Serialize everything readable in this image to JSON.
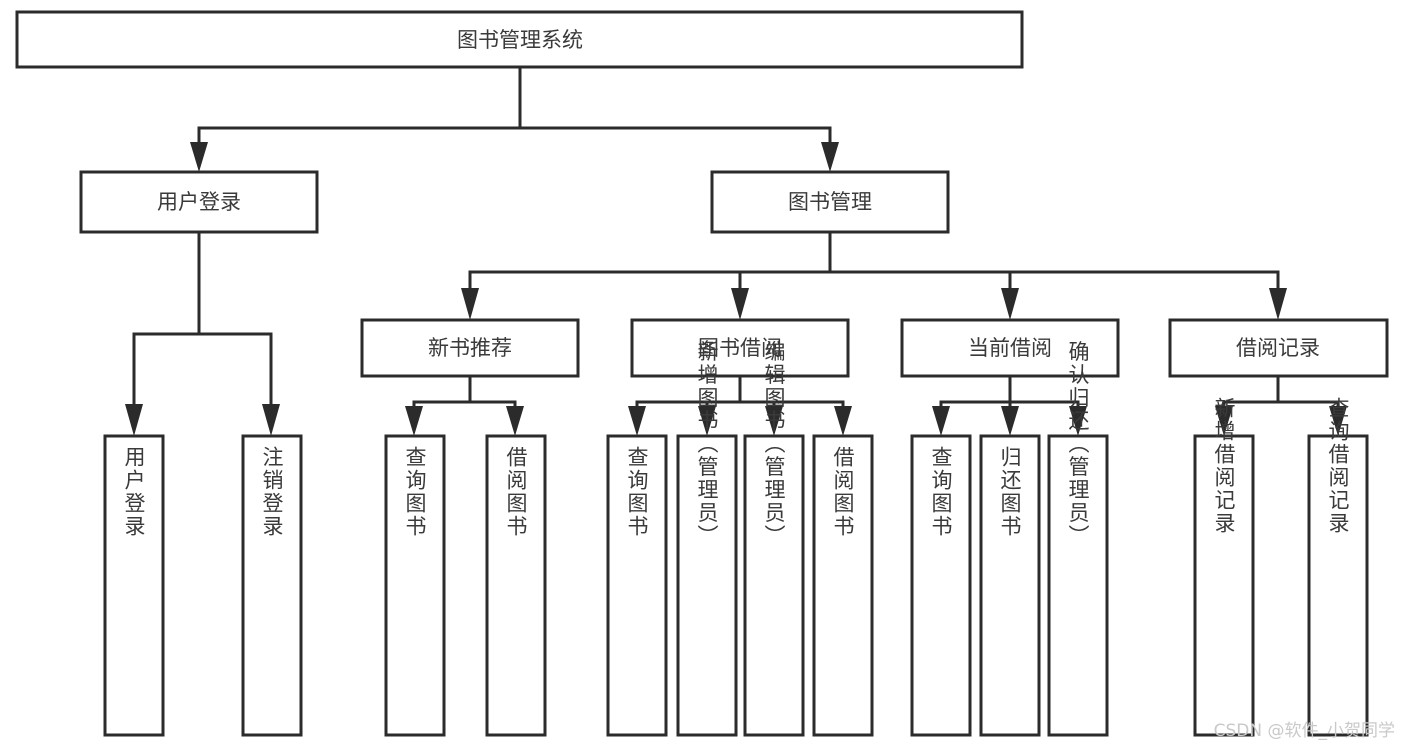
{
  "diagram": {
    "type": "tree-hierarchy-diagram",
    "title": "图书管理系统",
    "orientation": "top-down",
    "background_color": "#ffffff",
    "box_stroke_color": "#2b2b2b",
    "text_color": "#3a3a3a",
    "levels": 4,
    "root": {
      "id": "root",
      "label": "图书管理系统",
      "text_direction": "horizontal"
    },
    "level2": [
      {
        "id": "user-login",
        "label": "用户登录",
        "text_direction": "horizontal"
      },
      {
        "id": "book-manage",
        "label": "图书管理",
        "text_direction": "horizontal"
      }
    ],
    "level3": [
      {
        "id": "new-book-recommend",
        "label": "新书推荐",
        "text_direction": "horizontal",
        "parent": "book-manage"
      },
      {
        "id": "book-borrow",
        "label": "图书借阅",
        "text_direction": "horizontal",
        "parent": "book-manage"
      },
      {
        "id": "current-borrow",
        "label": "当前借阅",
        "text_direction": "horizontal",
        "parent": "book-manage"
      },
      {
        "id": "borrow-record",
        "label": "借阅记录",
        "text_direction": "horizontal",
        "parent": "book-manage"
      }
    ],
    "leaves": [
      {
        "id": "leaf-user-login",
        "label": "用户登录",
        "text_direction": "vertical",
        "parent": "user-login"
      },
      {
        "id": "leaf-logout-login",
        "label": "注销登录",
        "text_direction": "vertical",
        "parent": "user-login"
      },
      {
        "id": "leaf-query-book-1",
        "label": "查询图书",
        "text_direction": "vertical",
        "parent": "new-book-recommend"
      },
      {
        "id": "leaf-borrow-book-1",
        "label": "借阅图书",
        "text_direction": "vertical",
        "parent": "new-book-recommend"
      },
      {
        "id": "leaf-query-book-2",
        "label": "查询图书",
        "text_direction": "vertical",
        "parent": "book-borrow"
      },
      {
        "id": "leaf-add-book-admin",
        "label": "新增图书（管理员）",
        "text_direction": "vertical",
        "parent": "book-borrow"
      },
      {
        "id": "leaf-edit-book-admin",
        "label": "编辑图书（管理员）",
        "text_direction": "vertical",
        "parent": "book-borrow"
      },
      {
        "id": "leaf-borrow-book-2",
        "label": "借阅图书",
        "text_direction": "vertical",
        "parent": "book-borrow"
      },
      {
        "id": "leaf-query-book-3",
        "label": "查询图书",
        "text_direction": "vertical",
        "parent": "current-borrow"
      },
      {
        "id": "leaf-return-book",
        "label": "归还图书",
        "text_direction": "vertical",
        "parent": "current-borrow"
      },
      {
        "id": "leaf-confirm-return-admin",
        "label": "确认归还（管理员）",
        "text_direction": "vertical",
        "parent": "current-borrow"
      },
      {
        "id": "leaf-add-borrow-record",
        "label": "新增借阅记录",
        "text_direction": "vertical",
        "parent": "borrow-record"
      },
      {
        "id": "leaf-query-borrow-record",
        "label": "查询借阅记录",
        "text_direction": "vertical",
        "parent": "borrow-record"
      }
    ]
  },
  "watermark": {
    "text": "CSDN @软件_小贺同学"
  }
}
